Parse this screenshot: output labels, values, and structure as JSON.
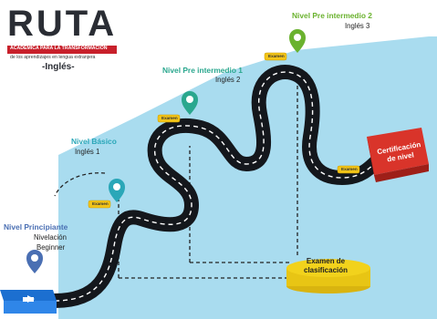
{
  "logo": {
    "title": "RUTA",
    "line1": "ACADÉMICA PARA LA TRANSFORMACIÓN",
    "line2": "de los aprendizajes en lengua extranjera",
    "line3": "-Inglés-"
  },
  "levels": [
    {
      "title": "Nivel Principiante",
      "sub1": "Nivelación",
      "sub2": "Beginner",
      "color": "#4a6fb3"
    },
    {
      "title": "Nivel Básico",
      "sub1": "Inglés 1",
      "sub2": "",
      "color": "#2aa7b8"
    },
    {
      "title": "Nivel Pre intermedio 1",
      "sub1": "Inglés 2",
      "sub2": "",
      "color": "#2aa78e"
    },
    {
      "title": "Nivel Pre intermedio 2",
      "sub1": "Inglés 3",
      "sub2": "",
      "color": "#6ab22e"
    }
  ],
  "exam_label": "Examen",
  "certification": {
    "line1": "Certificación",
    "line2": "de nivel",
    "color": "#d9342a"
  },
  "placement": {
    "line1": "Examen de",
    "line2": "clasificación",
    "color": "#f2d21c"
  },
  "colors": {
    "sky": "#a9dcef",
    "road": "#14171c",
    "stripe": "#ffffff",
    "exam_badge": "#f2c418"
  }
}
